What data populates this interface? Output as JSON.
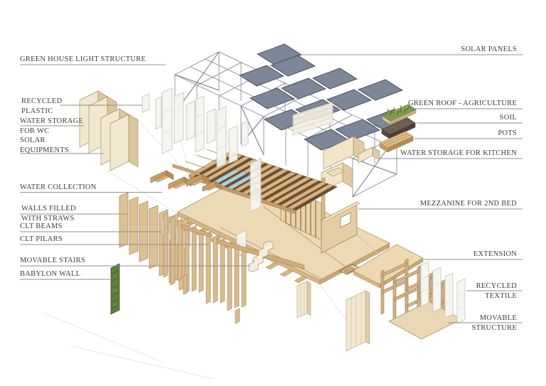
{
  "labels": {
    "left": [
      {
        "id": "green-house-light-structure",
        "line1": "GREEN HOUSE LIGHT STRUCTURE"
      },
      {
        "id": "recycled-plastic",
        "line1": "RECYCLED",
        "line2": "PLASTIC"
      },
      {
        "id": "water-storage-wc",
        "line1": "WATER STORAGE",
        "line2": "FOR WC"
      },
      {
        "id": "solar-equipments",
        "line1": "SOLAR",
        "line2": "EQUIPMENTS"
      },
      {
        "id": "water-collection",
        "line1": "WATER COLLECTION"
      },
      {
        "id": "walls-filled-with-straws",
        "line1": "WALLS FILLED",
        "line2": "WITH STRAWS"
      },
      {
        "id": "clt-beams",
        "line1": "CLT BEAMS"
      },
      {
        "id": "clt-pilars",
        "line1": "CLT PILARS"
      },
      {
        "id": "movable-stairs",
        "line1": "MOVABLE STAIRS"
      },
      {
        "id": "babylon-wall",
        "line1": "BABYLON WALL"
      }
    ],
    "right": [
      {
        "id": "solar-panels",
        "line1": "SOLAR PANELS"
      },
      {
        "id": "green-roof-agriculture",
        "line1": "GREEN ROOF - AGRICULTURE"
      },
      {
        "id": "soil",
        "line1": "SOIL"
      },
      {
        "id": "pots",
        "line1": "POTS"
      },
      {
        "id": "water-storage-kitchen",
        "line1": "WATER STORAGE FOR KITCHEN"
      },
      {
        "id": "mezzanine-2nd-bed",
        "line1": "MEZZANINE FOR 2ND BED"
      },
      {
        "id": "extension",
        "line1": "EXTENSION"
      },
      {
        "id": "recycled-textile",
        "line1": "RECYCLED",
        "line2": "TEXTILE"
      },
      {
        "id": "movable-structure",
        "line1": "MOVABLE",
        "line2": "STRUCTURE"
      }
    ]
  },
  "colors": {
    "background": "#ffffff",
    "label_text": "#3d3d3d",
    "leader_line": "#8f8f8f",
    "wood_light": "#ecdab5",
    "wood_mid": "#d9b886",
    "wood_dark": "#8a6642",
    "solar_panel": "#7e8798",
    "glazing_blue": "#aecfdb",
    "grass_green": "#7e9b4c",
    "soil_brown": "#6e6052",
    "textile_white": "#f6f5f1",
    "babylon_green": "#607d3a"
  }
}
